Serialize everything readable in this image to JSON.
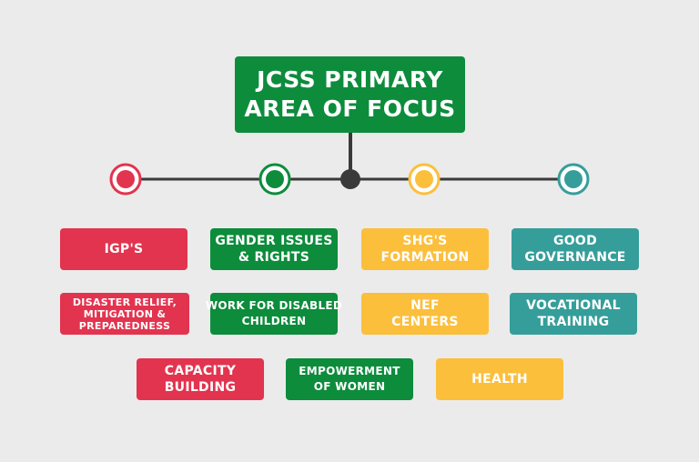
{
  "colors": {
    "background": "#ebebeb",
    "red": "#e2344f",
    "green": "#0d8c3c",
    "yellow": "#fbbf3c",
    "teal": "#359e9a",
    "line": "#3a3a3a"
  },
  "title": {
    "line1": "JCSS PRIMARY",
    "line2": "AREA OF FOCUS"
  },
  "nodes": [
    {
      "name": "red-node",
      "color": "#e2344f"
    },
    {
      "name": "green-node",
      "color": "#0d8c3c"
    },
    {
      "name": "center-node",
      "color": "#3a3a3a"
    },
    {
      "name": "yellow-node",
      "color": "#fbbf3c"
    },
    {
      "name": "teal-node",
      "color": "#359e9a"
    }
  ],
  "focus_areas": {
    "red": [
      {
        "line1": "IGP'S",
        "line2": ""
      },
      {
        "line1": "DISASTER RELIEF,",
        "line2": "MITIGATION &",
        "line3": "PREPAREDNESS"
      },
      {
        "line1": "CAPACITY",
        "line2": "BUILDING"
      }
    ],
    "green": [
      {
        "line1": "GENDER ISSUES",
        "line2": "& RIGHTS"
      },
      {
        "line1": "WORK FOR DISABLED",
        "line2": "CHILDREN"
      },
      {
        "line1": "EMPOWERMENT",
        "line2": "OF WOMEN"
      }
    ],
    "yellow": [
      {
        "line1": "SHG'S",
        "line2": "FORMATION"
      },
      {
        "line1": "NEF",
        "line2": "CENTERS"
      },
      {
        "line1": "HEALTH",
        "line2": ""
      }
    ],
    "teal": [
      {
        "line1": "GOOD",
        "line2": "GOVERNANCE"
      },
      {
        "line1": "VOCATIONAL",
        "line2": "TRAINING"
      }
    ]
  }
}
